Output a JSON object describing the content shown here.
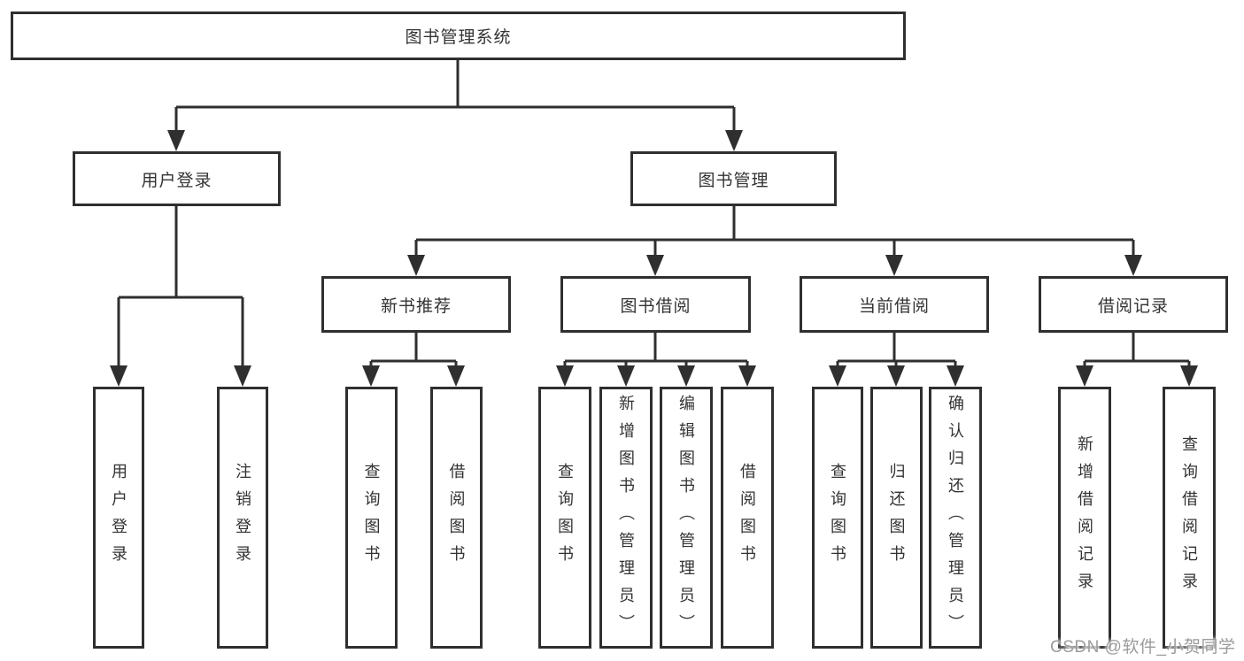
{
  "tree": {
    "root": {
      "label": "图书管理系统"
    },
    "branches": [
      {
        "label": "用户登录",
        "children": [
          {
            "label": "用户登录"
          },
          {
            "label": "注销登录"
          }
        ]
      },
      {
        "label": "图书管理",
        "children": [
          {
            "label": "新书推荐",
            "children": [
              {
                "label": "查询图书"
              },
              {
                "label": "借阅图书"
              }
            ]
          },
          {
            "label": "图书借阅",
            "children": [
              {
                "label": "查询图书"
              },
              {
                "label": "新增图书（管理员）"
              },
              {
                "label": "编辑图书（管理员）"
              },
              {
                "label": "借阅图书"
              }
            ]
          },
          {
            "label": "当前借阅",
            "children": [
              {
                "label": "查询图书"
              },
              {
                "label": "归还图书"
              },
              {
                "label": "确认归还（管理员）"
              }
            ]
          },
          {
            "label": "借阅记录",
            "children": [
              {
                "label": "新增借阅记录"
              },
              {
                "label": "查询借阅记录"
              }
            ]
          }
        ]
      }
    ]
  },
  "colors": {
    "line": "#2f2f2f",
    "text": "#333333",
    "watermark": "#9b9b9b"
  },
  "watermark": {
    "text": "CSDN @软件_小贺同学"
  }
}
